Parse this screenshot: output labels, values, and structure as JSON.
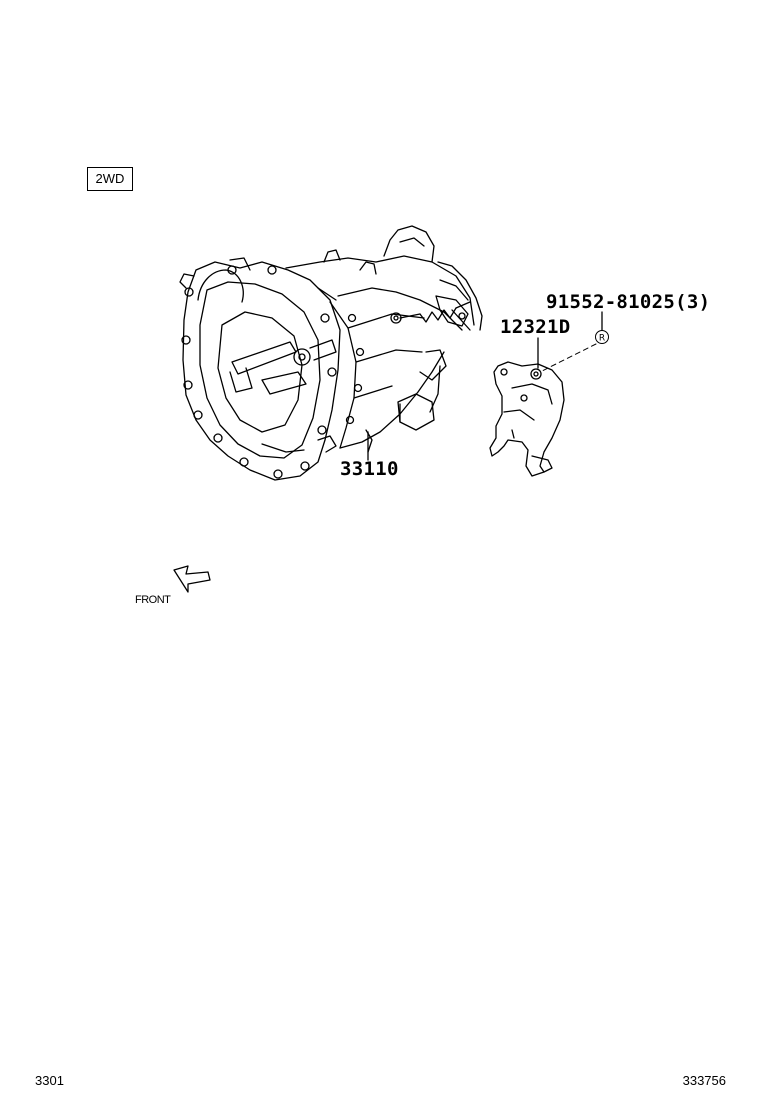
{
  "variant_label": "2WD",
  "parts": [
    {
      "number": "91552-81025(3)",
      "role": "bolt"
    },
    {
      "number": "12321D",
      "role": "bracket"
    },
    {
      "number": "33110",
      "role": "transmission-assembly"
    }
  ],
  "reference_marker": "R",
  "orientation_label": "FRONT",
  "footer": {
    "left_code": "3301",
    "right_code": "333756"
  }
}
